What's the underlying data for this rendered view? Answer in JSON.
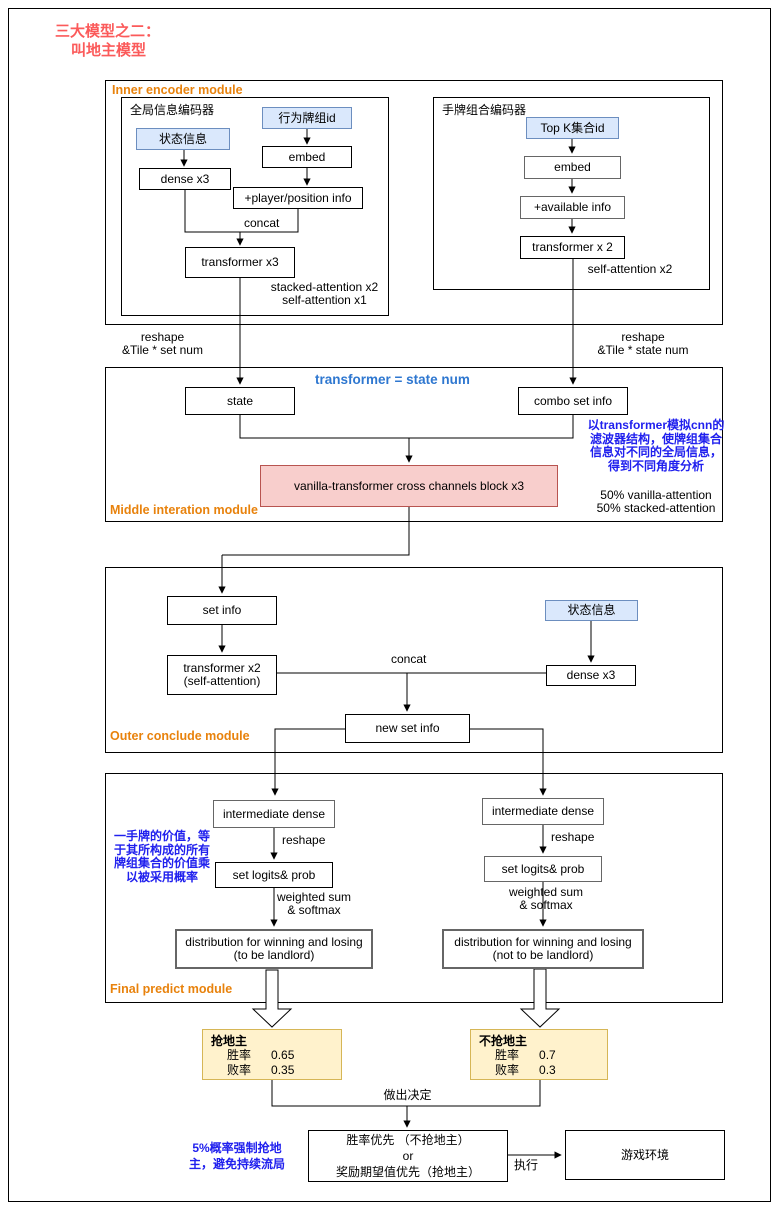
{
  "title": {
    "line1": "三大模型之二：",
    "line2": "叫地主模型"
  },
  "inner": {
    "label": "Inner encoder module",
    "global": {
      "title": "全局信息编码器",
      "state": "状态信息",
      "action": "行为牌组id",
      "embed": "embed",
      "dense": "dense x3",
      "player": "+player/position info",
      "concat": "concat",
      "transformer": "transformer x3",
      "note1": "stacked-attention x2",
      "note2": "self-attention x1"
    },
    "hand": {
      "title": "手牌组合编码器",
      "topk": "Top K集合id",
      "embed": "embed",
      "available": "+available info",
      "transformer": "transformer x 2",
      "note": "self-attention x2"
    }
  },
  "between": {
    "left1": "reshape",
    "left2": "&Tile * set num",
    "right1": "reshape",
    "right2": "&Tile * state num"
  },
  "middle": {
    "label": "Middle interation module",
    "headline": "transformer =  state num",
    "state": "state",
    "combo": "combo set info",
    "block": "vanilla-transformer cross channels block x3",
    "note1": "以transformer模拟cnn的",
    "note2": "滤波器结构，使牌组集合",
    "note3": "信息对不同的全局信息，",
    "note4": "得到不同角度分析",
    "attn1": "50% vanilla-attention",
    "attn2": "50% stacked-attention"
  },
  "outer": {
    "label": "Outer conclude module",
    "set_info": "set info",
    "trans1": "transformer x2",
    "trans2": "(self-attention)",
    "concat": "concat",
    "state": "状态信息",
    "dense": "dense x3",
    "new_set": "new set info"
  },
  "final": {
    "label": "Final predict module",
    "note1": "一手牌的价值，等",
    "note2": "于其所构成的所有",
    "note3": "牌组集合的价值乘",
    "note4": "以被采用概率",
    "left": {
      "dense": "intermediate dense",
      "reshape": "reshape",
      "logits": "set logits& prob",
      "w1": "weighted sum",
      "w2": "& softmax",
      "dist1": "distribution for winning and losing",
      "dist2": "(to be landlord)"
    },
    "right": {
      "dense": "intermediate dense",
      "reshape": "reshape",
      "logits": "set logits& prob",
      "w1": "weighted sum",
      "w2": "& softmax",
      "dist1": "distribution for winning and losing",
      "dist2": "(not to be landlord)"
    }
  },
  "bottom": {
    "bid": {
      "title": "抢地主",
      "win_label": "胜率",
      "win": "0.65",
      "lose_label": "败率",
      "lose": "0.35"
    },
    "nobid": {
      "title": "不抢地主",
      "win_label": "胜率",
      "win": "0.7",
      "lose_label": "败率",
      "lose": "0.3"
    },
    "decide": "做出决定",
    "d1": "胜率优先 （不抢地主）",
    "d2": "or",
    "d3": "奖励期望值优先（抢地主）",
    "note1": "5%概率强制抢地",
    "note2": "主，避免持续流局",
    "exec": "执行",
    "env": "游戏环境"
  },
  "colors": {
    "title_red": "#FB5A5A",
    "module_orange": "#E8820C",
    "input_blue_fill": "#DAE8FC",
    "input_blue_border": "#6C8EBF",
    "block_pink_fill": "#F8CECC",
    "block_pink_border": "#B85450",
    "result_yellow_fill": "#FFF2CC",
    "result_yellow_border": "#D6B656",
    "headline_blue": "#2E77D0",
    "annotation_blue": "#2020EE"
  }
}
